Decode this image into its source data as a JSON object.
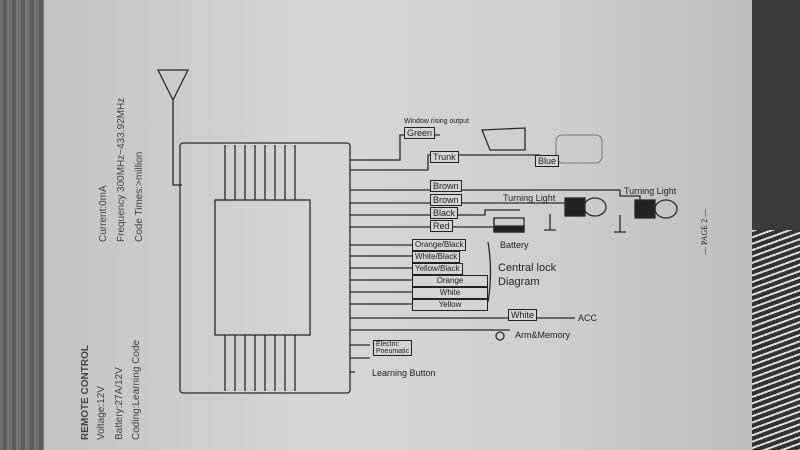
{
  "specs_left": {
    "title": "REMOTE CONTROL",
    "voltage": "Voltage:12V",
    "battery": "Battery:27A/12V",
    "coding": "Coding:Learning Code"
  },
  "specs_right": {
    "current": "Current:0mA",
    "frequency": "Frequency 300MHz~433.92MHz",
    "code_times": "Code Times:>million"
  },
  "wires": {
    "window": "Window rising output",
    "green": "Green",
    "trunk": "Trunk",
    "blue": "Blue",
    "brown1": "Brown",
    "brown2": "Brown",
    "black": "Black",
    "red": "Red",
    "turning1": "Turning Light",
    "turning2": "Turning Light",
    "battery": "Battery"
  },
  "central_lock": {
    "wires": [
      "Orange/Black",
      "White/Black",
      "Yellow/Black",
      "Orange",
      "White",
      "Yellow"
    ],
    "label1": "Central lock",
    "label2": "Diagram"
  },
  "acc": {
    "wire": "White",
    "label": "ACC"
  },
  "arm": "Arm&Memory",
  "pneumatic": {
    "l1": "Electric",
    "l2": "Pneumatic"
  },
  "learning": "Learning Button",
  "page": "— PAGE 2 —"
}
